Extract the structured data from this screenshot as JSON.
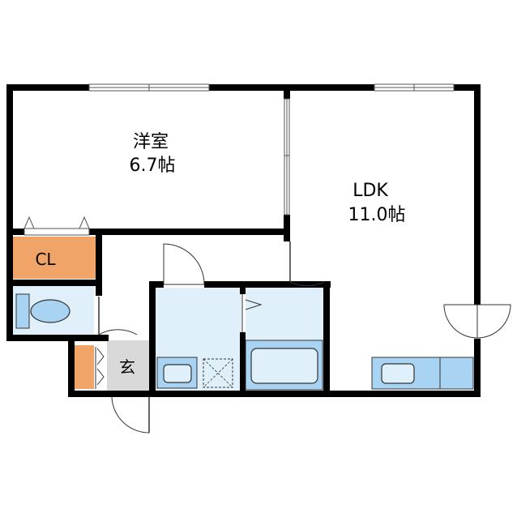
{
  "rooms": {
    "western_room": {
      "name": "洋室",
      "size": "6.7帖"
    },
    "ldk": {
      "name": "LDK",
      "size": "11.0帖"
    },
    "closet": {
      "name": "CL"
    },
    "entrance": {
      "name": "玄"
    }
  },
  "colors": {
    "wall": "#000000",
    "closet_fill": "#f0a468",
    "wet_area_fill": "#dff0fb",
    "fixture_fill": "#a9d3f3",
    "fixture_stroke": "#333333",
    "entrance_floor": "#d9d9d9",
    "window_frame": "#555555"
  }
}
